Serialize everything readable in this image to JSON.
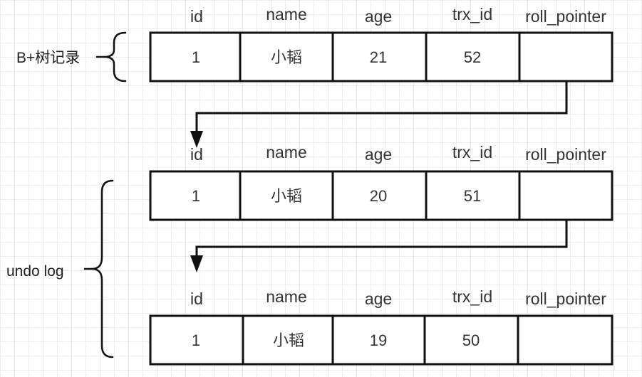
{
  "columns": [
    "id",
    "name",
    "age",
    "trx_id",
    "roll_pointer"
  ],
  "records": [
    {
      "label": "B+树记录",
      "cells": [
        "1",
        "小韬",
        "21",
        "52",
        ""
      ]
    },
    {
      "label": "",
      "cells": [
        "1",
        "小韬",
        "20",
        "51",
        ""
      ]
    },
    {
      "label": "",
      "cells": [
        "1",
        "小韬",
        "19",
        "50",
        ""
      ]
    }
  ],
  "group_label": "undo log",
  "colors": {
    "stroke": "#111111",
    "grid": "#ececec",
    "text": "#333333"
  }
}
